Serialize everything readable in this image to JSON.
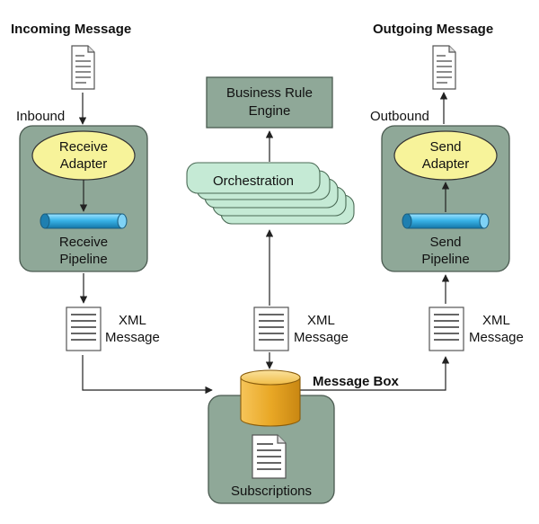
{
  "titles": {
    "incoming": "Incoming Message",
    "outgoing": "Outgoing Message",
    "message_box": "Message Box"
  },
  "flow_labels": {
    "inbound": "Inbound",
    "outbound": "Outbound"
  },
  "receive": {
    "adapter_line1": "Receive",
    "adapter_line2": "Adapter",
    "pipeline_line1": "Receive",
    "pipeline_line2": "Pipeline"
  },
  "send": {
    "adapter_line1": "Send",
    "adapter_line2": "Adapter",
    "pipeline_line1": "Send",
    "pipeline_line2": "Pipeline"
  },
  "business_rule_engine": {
    "line1": "Business Rule",
    "line2": "Engine"
  },
  "orchestration": "Orchestration",
  "xml_message": {
    "line1": "XML",
    "line2": "Message"
  },
  "subscriptions": "Subscriptions",
  "colors": {
    "container_fill": "#8fa898",
    "container_stroke": "#4a5a50",
    "adapter_fill": "#f7f39a",
    "orchestration_fill": "#c5ead5",
    "pipe_fill": "#39b3e8",
    "cylinder_fill": "#e7a92b",
    "arrow": "#222222"
  }
}
